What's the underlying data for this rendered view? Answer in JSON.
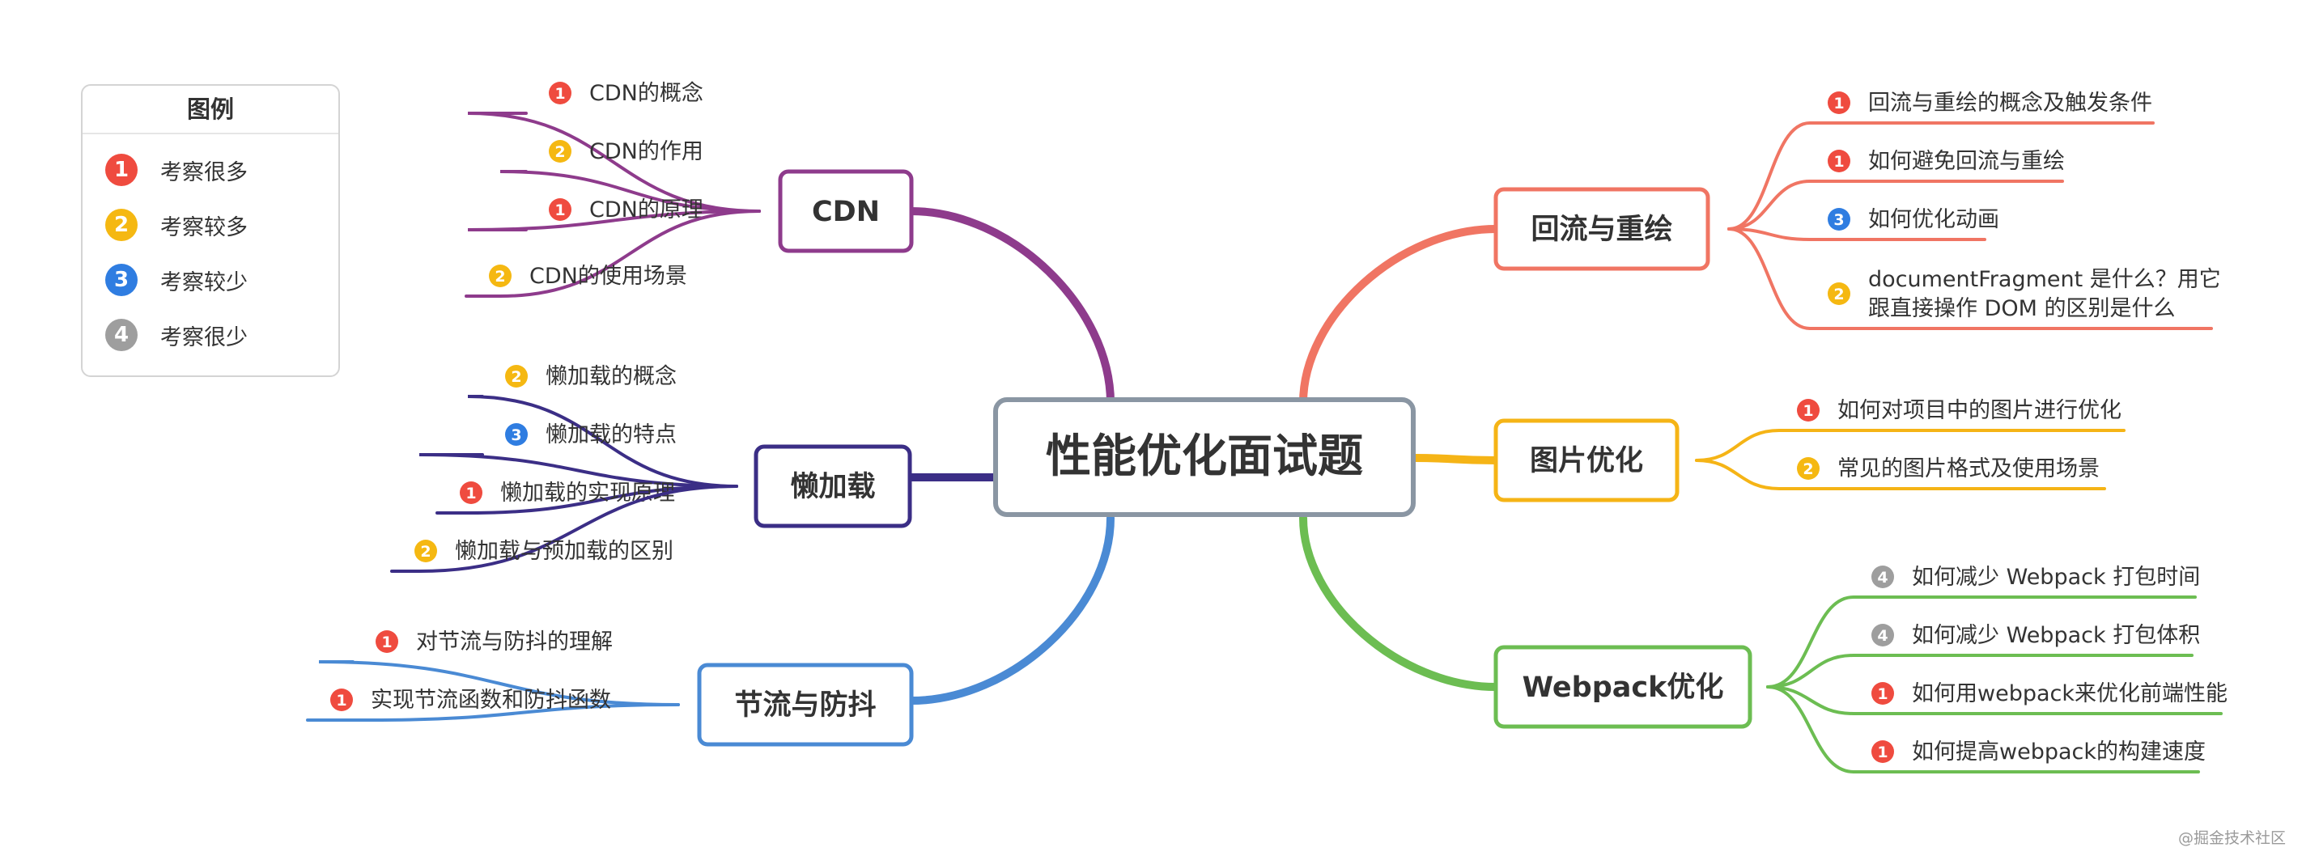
{
  "root": "性能优化面试题",
  "legend": {
    "title": "图例",
    "items": [
      {
        "badge": "1",
        "label": "考察很多",
        "color": "#ef4b3f"
      },
      {
        "badge": "2",
        "label": "考察较多",
        "color": "#f5b812"
      },
      {
        "badge": "3",
        "label": "考察较少",
        "color": "#2f7de1"
      },
      {
        "badge": "4",
        "label": "考察很少",
        "color": "#9e9e9e"
      }
    ]
  },
  "priority_colors": {
    "1": "#ef4b3f",
    "2": "#f5b812",
    "3": "#2f7de1",
    "4": "#9e9e9e"
  },
  "branches": [
    {
      "id": "cdn",
      "title": "CDN",
      "color": "#8e3b8c",
      "side": "left",
      "leaves": [
        {
          "p": 1,
          "text": [
            "CDN的概念"
          ]
        },
        {
          "p": 2,
          "text": [
            "CDN的作用"
          ]
        },
        {
          "p": 1,
          "text": [
            "CDN的原理"
          ]
        },
        {
          "p": 2,
          "text": [
            "CDN的使用场景"
          ]
        }
      ]
    },
    {
      "id": "lazy",
      "title": "懒加载",
      "color": "#3b2e86",
      "side": "left",
      "leaves": [
        {
          "p": 2,
          "text": [
            "懒加载的概念"
          ]
        },
        {
          "p": 3,
          "text": [
            "懒加载的特点"
          ]
        },
        {
          "p": 1,
          "text": [
            "懒加载的实现原理"
          ]
        },
        {
          "p": 2,
          "text": [
            "懒加载与预加载的区别"
          ]
        }
      ]
    },
    {
      "id": "throttle",
      "title": "节流与防抖",
      "color": "#4a8ad4",
      "side": "left",
      "leaves": [
        {
          "p": 1,
          "text": [
            "对节流与防抖的理解"
          ]
        },
        {
          "p": 1,
          "text": [
            "实现节流函数和防抖函数"
          ]
        }
      ]
    },
    {
      "id": "reflow",
      "title": "回流与重绘",
      "color": "#f07563",
      "side": "right",
      "leaves": [
        {
          "p": 1,
          "text": [
            "回流与重绘的概念及触发条件"
          ]
        },
        {
          "p": 1,
          "text": [
            "如何避免回流与重绘"
          ]
        },
        {
          "p": 3,
          "text": [
            "如何优化动画"
          ]
        },
        {
          "p": 2,
          "text": [
            "documentFragment 是什么？用它",
            "跟直接操作 DOM 的区别是什么"
          ]
        }
      ]
    },
    {
      "id": "image",
      "title": "图片优化",
      "color": "#f5b416",
      "side": "right",
      "leaves": [
        {
          "p": 1,
          "text": [
            "如何对项目中的图片进行优化"
          ]
        },
        {
          "p": 2,
          "text": [
            "常见的图片格式及使用场景"
          ]
        }
      ]
    },
    {
      "id": "webpack",
      "title": "Webpack优化",
      "color": "#6cbd52",
      "side": "right",
      "leaves": [
        {
          "p": 4,
          "text": [
            "如何减少 Webpack 打包时间"
          ]
        },
        {
          "p": 4,
          "text": [
            "如何减少 Webpack 打包体积"
          ]
        },
        {
          "p": 1,
          "text": [
            "如何用webpack来优化前端性能"
          ]
        },
        {
          "p": 1,
          "text": [
            "如何提高webpack的构建速度"
          ]
        }
      ]
    }
  ],
  "watermark": "@掘金技术社区"
}
